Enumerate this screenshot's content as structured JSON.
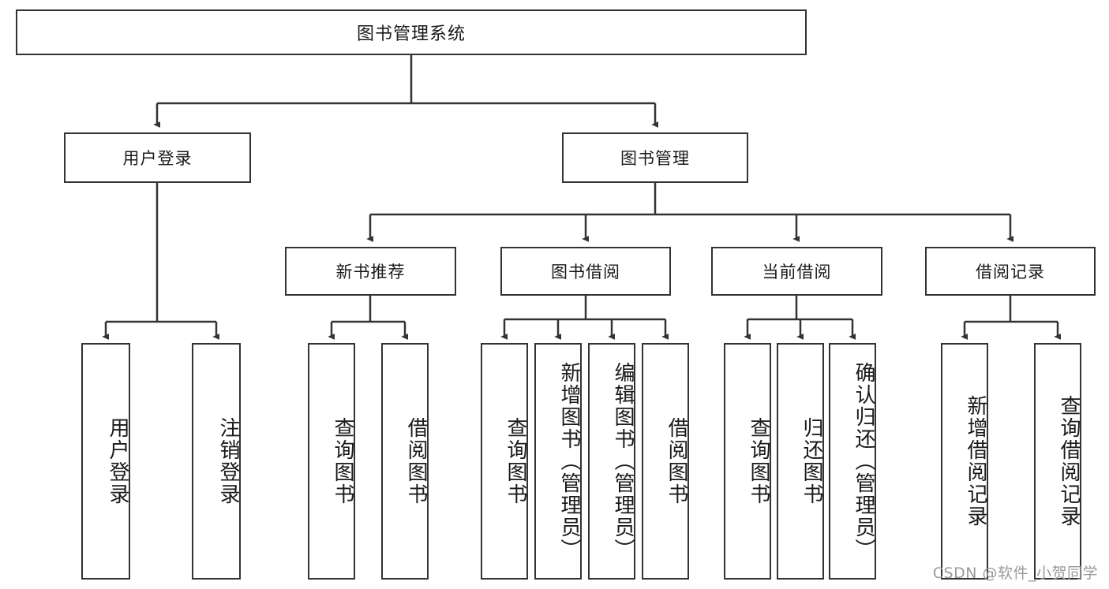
{
  "diagram": {
    "title": "图书管理系统",
    "type": "hierarchy-tree",
    "watermark": "CSDN @软件_小贺同学",
    "colors": {
      "box_border": "#333333",
      "box_fill": "#ffffff",
      "edge": "#333333",
      "text": "#1a1a1a",
      "watermark": "#9a9a9a"
    },
    "levels": {
      "root": "图书管理系统",
      "level2": [
        "用户登录",
        "图书管理"
      ],
      "level3": [
        "新书推荐",
        "图书借阅",
        "当前借阅",
        "借阅记录"
      ]
    },
    "nodes": {
      "root": {
        "label": "图书管理系统"
      },
      "user_login": {
        "label": "用户登录"
      },
      "book_manage": {
        "label": "图书管理"
      },
      "new_book_rec": {
        "label": "新书推荐"
      },
      "book_borrow": {
        "label": "图书借阅"
      },
      "current_borrow": {
        "label": "当前借阅"
      },
      "borrow_record": {
        "label": "借阅记录"
      },
      "leaf_user_login": {
        "label": "用户登录"
      },
      "leaf_logout_login": {
        "label": "注销登录"
      },
      "leaf_query_book_1": {
        "label": "查询图书"
      },
      "leaf_borrow_book_1": {
        "label": "借阅图书"
      },
      "leaf_query_book_2": {
        "label": "查询图书"
      },
      "leaf_add_book_admin": {
        "label": "新增图书（管理员）"
      },
      "leaf_edit_book_admin": {
        "label": "编辑图书（管理员）"
      },
      "leaf_borrow_book_2": {
        "label": "借阅图书"
      },
      "leaf_query_book_3": {
        "label": "查询图书"
      },
      "leaf_return_book": {
        "label": "归还图书"
      },
      "leaf_confirm_return_admin": {
        "label": "确认归还（管理员）"
      },
      "leaf_add_borrow_record": {
        "label": "新增借阅记录"
      },
      "leaf_query_borrow_record": {
        "label": "查询借阅记录"
      }
    }
  }
}
